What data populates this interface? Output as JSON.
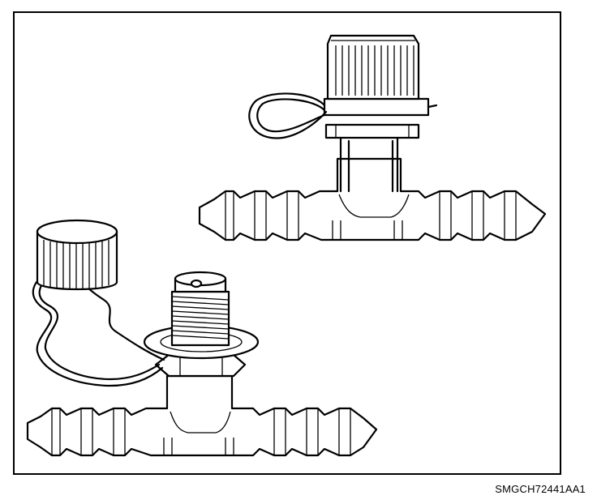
{
  "figure": {
    "code": "SMGCH72441AA1",
    "ink_color": "#000000",
    "paper_color": "#ffffff"
  },
  "parts": {
    "upper_fitting": {
      "description_icon": "tee-fitting-capped",
      "state": "cap installed"
    },
    "lower_fitting": {
      "description_icon": "tee-fitting-uncapped",
      "state": "cap removed, threads exposed"
    }
  }
}
